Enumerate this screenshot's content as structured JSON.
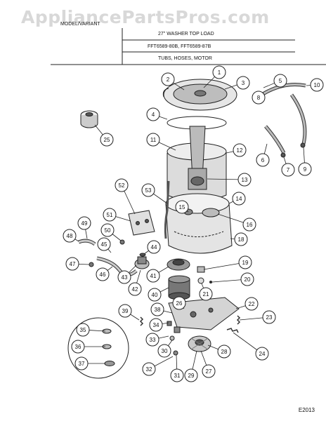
{
  "watermark": "AppliancePartsPros.com",
  "header": {
    "model_line": "MODEL/VARIANT",
    "product": "27\" WASHER TOP LOAD",
    "models": "FFT6589-80B, FFT6589-87B",
    "section": "TUBS, HOSES, MOTOR"
  },
  "diagram_code": "E2013",
  "callouts": [
    {
      "num": "1"
    },
    {
      "num": "2"
    },
    {
      "num": "3"
    },
    {
      "num": "4"
    },
    {
      "num": "5"
    },
    {
      "num": "6"
    },
    {
      "num": "7"
    },
    {
      "num": "8"
    },
    {
      "num": "9"
    },
    {
      "num": "10"
    },
    {
      "num": "11"
    },
    {
      "num": "12"
    },
    {
      "num": "13"
    },
    {
      "num": "14"
    },
    {
      "num": "15"
    },
    {
      "num": "16"
    },
    {
      "num": "18"
    },
    {
      "num": "19"
    },
    {
      "num": "20"
    },
    {
      "num": "21"
    },
    {
      "num": "22"
    },
    {
      "num": "23"
    },
    {
      "num": "24"
    },
    {
      "num": "25"
    },
    {
      "num": "26"
    },
    {
      "num": "27"
    },
    {
      "num": "28"
    },
    {
      "num": "29"
    },
    {
      "num": "30"
    },
    {
      "num": "31"
    },
    {
      "num": "32"
    },
    {
      "num": "33"
    },
    {
      "num": "34"
    },
    {
      "num": "35"
    },
    {
      "num": "36"
    },
    {
      "num": "37"
    },
    {
      "num": "38"
    },
    {
      "num": "39"
    },
    {
      "num": "40"
    },
    {
      "num": "41"
    },
    {
      "num": "42"
    },
    {
      "num": "43"
    },
    {
      "num": "44"
    },
    {
      "num": "45"
    },
    {
      "num": "46"
    },
    {
      "num": "47"
    },
    {
      "num": "48"
    },
    {
      "num": "49"
    },
    {
      "num": "50"
    },
    {
      "num": "51"
    },
    {
      "num": "52"
    },
    {
      "num": "53"
    }
  ]
}
